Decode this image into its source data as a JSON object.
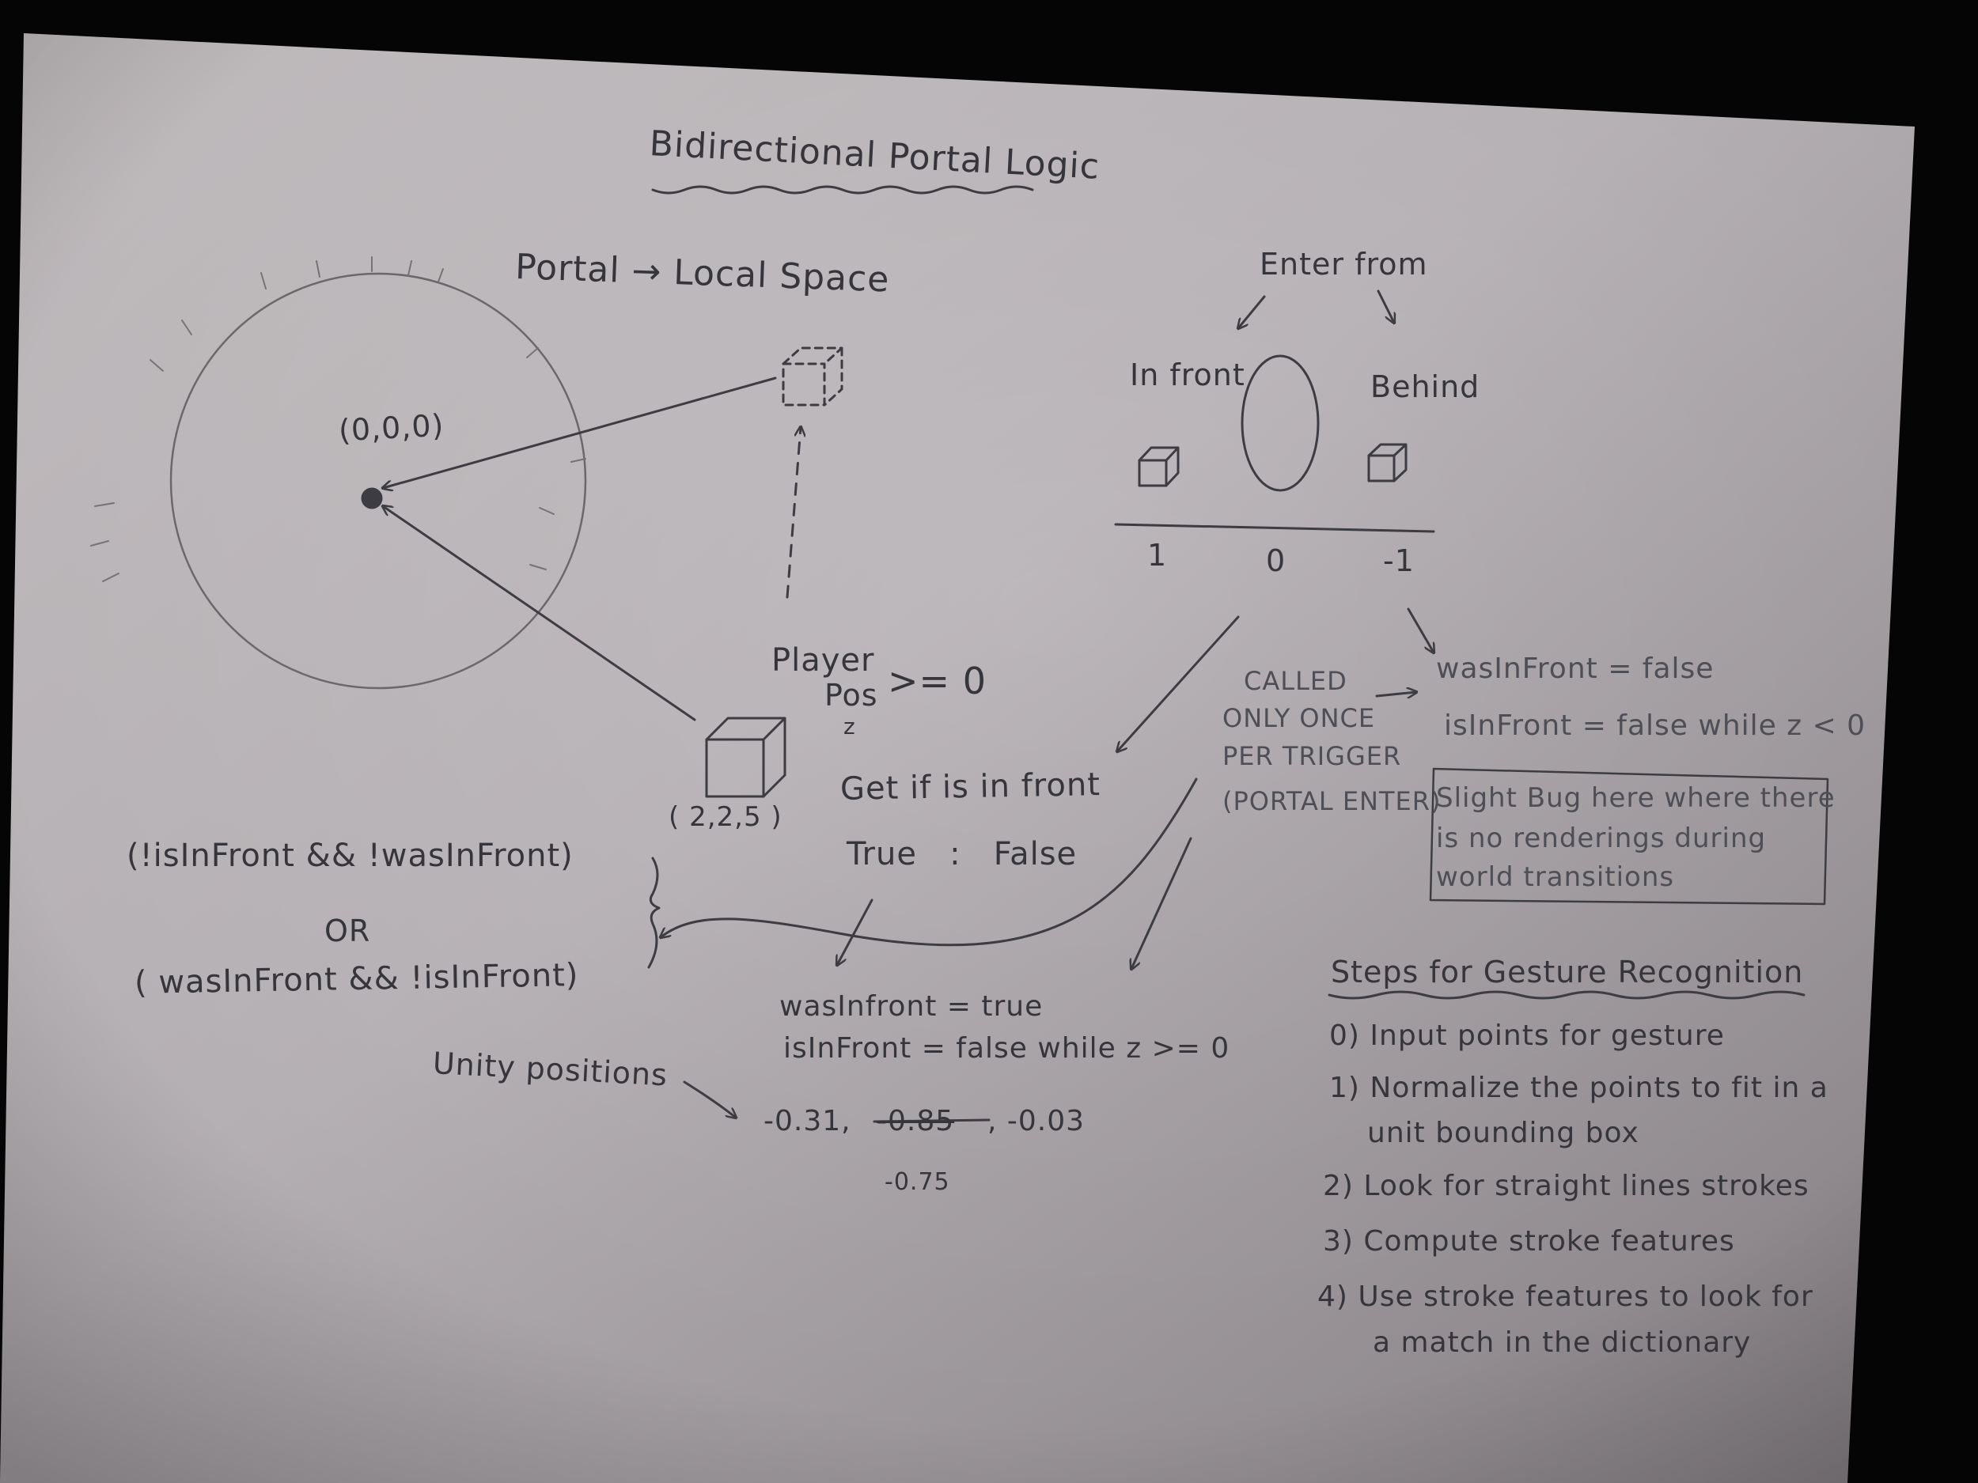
{
  "title": "Bidirectional Portal Logic",
  "left_diagram": {
    "heading": "Portal → Local Space",
    "origin_label": "(0,0,0)",
    "player_label": "Player",
    "pos_label": "Pos",
    "z_label": "z",
    "condition": ">= 0",
    "player_coords": "( 2,2,5 )",
    "question": "Get if is in front",
    "outcomes": "True   :   False"
  },
  "condition_block": {
    "line1": "(!isInFront && !wasInFront)",
    "or_label": "OR",
    "line2": "( wasInFront && !isInFront)"
  },
  "true_branch": {
    "line1": "wasInfront = true",
    "line2": "isInFront = false while z >= 0"
  },
  "unity": {
    "label": "Unity positions",
    "values_a": "-0.31,",
    "struck": "-0.85",
    "values_b": ", -0.03",
    "value_c": "-0.75"
  },
  "right_diagram": {
    "enter_from": "Enter from",
    "in_front": "In front",
    "behind": "Behind",
    "axis_labels": [
      "1",
      "0",
      "-1"
    ]
  },
  "called_note": {
    "lines": [
      "CALLED",
      "ONLY ONCE",
      "PER TRIGGER",
      "(PORTAL ENTER)"
    ]
  },
  "false_branch": {
    "line1": "wasInFront = false",
    "line2": "isInFront = false while z < 0"
  },
  "bug_note": {
    "lines": [
      "Slight Bug here where there",
      "is no renderings during",
      "world transitions"
    ]
  },
  "gesture": {
    "heading": "Steps for Gesture Recognition",
    "steps": [
      "0) Input points for gesture",
      "1) Normalize the points to fit in a",
      "unit bounding box",
      "2) Look for straight lines strokes",
      "3) Compute stroke features",
      "4) Use stroke features to look for",
      "a match in the dictionary"
    ]
  }
}
